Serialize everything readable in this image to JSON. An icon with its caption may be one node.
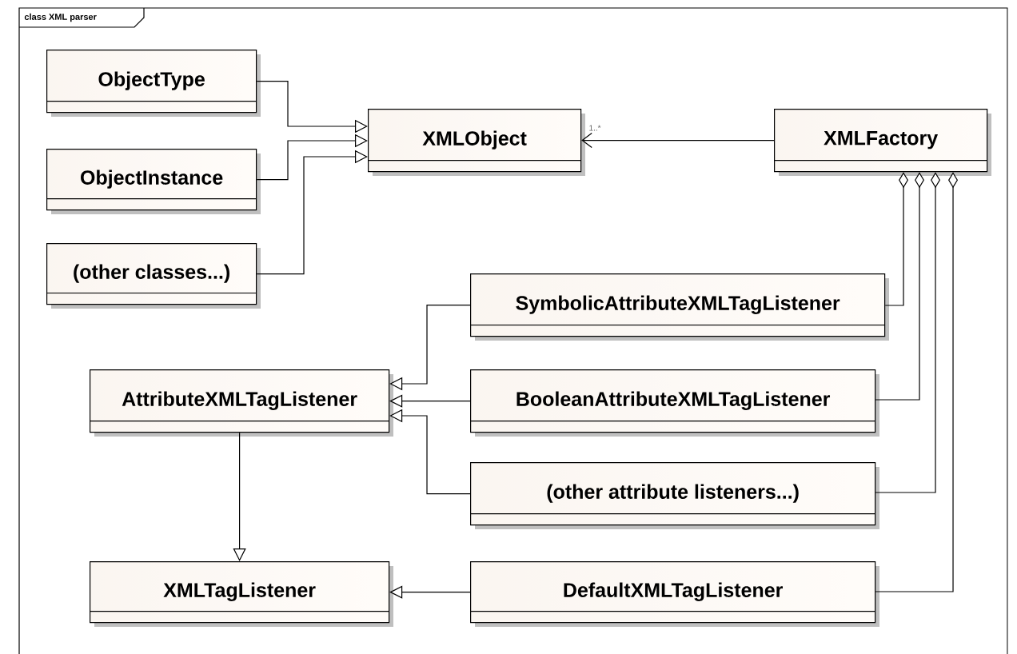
{
  "diagram": {
    "title": "class XML parser",
    "nodes": [
      {
        "text": [
          "ObjectType"
        ]
      },
      {
        "text": [
          "ObjectInstance"
        ]
      },
      {
        "text": [
          "(other classes...)"
        ]
      },
      {
        "text": [
          "XMLObject"
        ]
      },
      {
        "text": [
          "XMLFactory"
        ]
      },
      {
        "text": [
          "SymbolicAttributeXMLTagListener"
        ]
      },
      {
        "text": [
          "AttributeXMLTagListener"
        ]
      },
      {
        "text": [
          "BooleanAttributeXMLTagListener"
        ]
      },
      {
        "text": [
          "(other attribute listeners...)"
        ]
      },
      {
        "text": [
          "XMLTagListener"
        ]
      },
      {
        "text": [
          "DefaultXMLTagListener"
        ]
      }
    ],
    "edges": [
      {
        "from": 0,
        "to": 3,
        "arrow": "to"
      },
      {
        "from": 1,
        "to": 3,
        "arrow": "to"
      },
      {
        "from": 2,
        "to": 3,
        "arrow": "to"
      },
      {
        "from": 4,
        "to": 3,
        "arrow": "to",
        "label": "1..*"
      },
      {
        "from": 4,
        "to": 5,
        "arrow": "other"
      },
      {
        "from": 4,
        "to": 7,
        "arrow": "other"
      },
      {
        "from": 4,
        "to": 8,
        "arrow": "other"
      },
      {
        "from": 4,
        "to": 10,
        "arrow": "other"
      },
      {
        "from": 5,
        "to": 6,
        "arrow": "to"
      },
      {
        "from": 7,
        "to": 6,
        "arrow": "to"
      },
      {
        "from": 8,
        "to": 6,
        "arrow": "to"
      },
      {
        "from": 6,
        "to": 9,
        "arrow": "to"
      },
      {
        "from": 10,
        "to": 9,
        "arrow": "to"
      }
    ]
  }
}
